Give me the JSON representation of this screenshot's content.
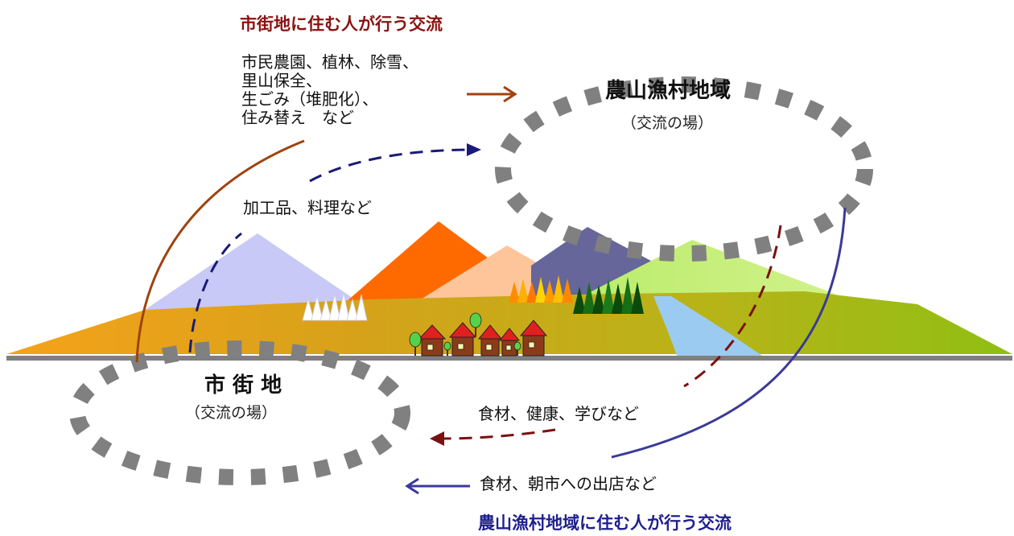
{
  "headings": {
    "urban_exchange": "市街地に住む人が行う交流",
    "rural_exchange": "農山漁村地域に住む人が行う交流"
  },
  "regions": {
    "rural": {
      "title": "農山漁村地域",
      "subtitle": "（交流の場）"
    },
    "urban": {
      "title": "市 街 地",
      "subtitle": "（交流の場）"
    }
  },
  "labels": {
    "urban_to_rural_lines": [
      "市民農園、植林、除雪、",
      "里山保全、",
      "生ごみ（堆肥化）、",
      "住み替え　など"
    ],
    "processed_goods": "加工品、料理など",
    "food_health_learning": "食材、健康、学びなど",
    "food_morning_market": "食材、朝市への出店など"
  },
  "colors": {
    "brown_arrow": "#a0420f",
    "navy_arrow": "#1a1a7a",
    "maroon_arrow": "#7a1010",
    "blue_arrow": "#3a3a9a",
    "ellipse_dash": "#808080",
    "ground": "#7f7f7f"
  }
}
